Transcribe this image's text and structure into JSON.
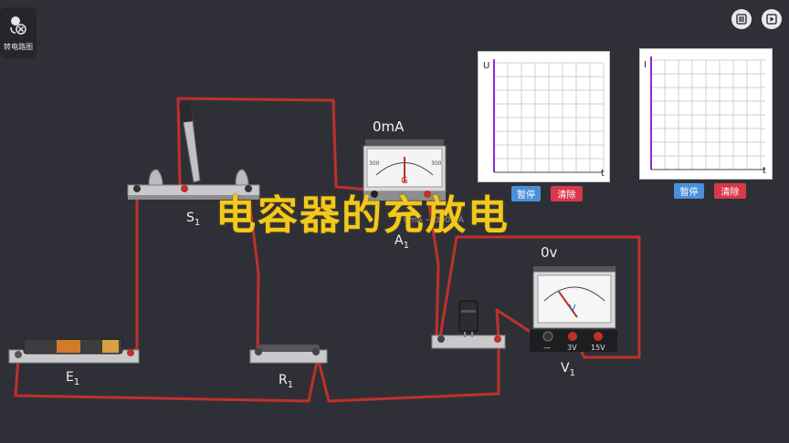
{
  "toolbar": {
    "switch_diagram_label": "转电路图"
  },
  "top_right": {
    "list_icon": "list-icon",
    "play_icon": "play-icon"
  },
  "graph_u": {
    "y_axis": "U",
    "x_axis": "t",
    "pause": "暂停",
    "clear": "清除"
  },
  "graph_i": {
    "y_axis": "I",
    "x_axis": "t",
    "pause": "暂停",
    "clear": "清除"
  },
  "ammeter": {
    "reading": "0mA",
    "label": "A",
    "sub": "1",
    "scale_left": "300",
    "scale_right": "300",
    "center_letter": "G",
    "range_text": "0mA ~ 300mA"
  },
  "voltmeter": {
    "reading": "0v",
    "label": "V",
    "sub": "1",
    "letter": "V",
    "term_neg": "—",
    "term_3v": "3V",
    "term_15v": "15V"
  },
  "switch": {
    "label": "S",
    "sub": "1"
  },
  "battery": {
    "label": "E",
    "sub": "1"
  },
  "resistor": {
    "label": "R",
    "sub": "1"
  },
  "overlay_title": "电容器的充放电",
  "colors": {
    "wire": "#c0302a",
    "background": "#2f3037",
    "overlay": "#f2c81e",
    "pause": "#4a90d9",
    "clear": "#d8384a",
    "axis": "#8e2bd4"
  }
}
